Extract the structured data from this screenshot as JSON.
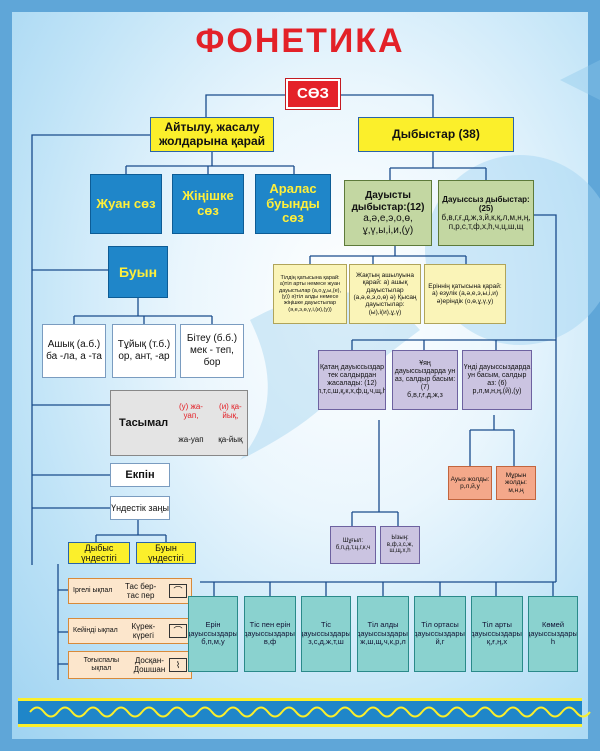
{
  "title": "ФОНЕТИКА",
  "root": "СӨЗ",
  "branch_left": "Айтылу, жасалу жолдарына қарай",
  "branch_right": "Дыбыстар (38)",
  "word_types": [
    "Жуан сөз",
    "Жіңішке сөз",
    "Аралас буынды сөз"
  ],
  "vowels": {
    "label": "Дауысты дыбыстар:(12)",
    "body": "а,ә,е,э,о,ө, ұ,ү,ы,і,и,(у)"
  },
  "consonants": {
    "label": "Дауыссыз дыбыстар:(25)",
    "body": "б,в,г,ғ,д,ж,з,й,к,қ,л,м,н,ң, п,р,с,т,ф,х,h,ч,ц,ш,щ"
  },
  "vowel_subs": [
    "Тілдің қатысына қарай: а)тіл арты немесе жуан дауыстылар (а,о,ұ,ы,(е),(у)) ә)тіл алды немесе жіңішке дауыстылар (ә,е,э,ө,ү,і,(и),(у))",
    "Жақтың ашылуына қарай: а) ашық дауыстылар (а,ә,е,э,о,ө) ә) Қысаң дауыстылар: (ы),і(и),ұ,ү)",
    "Еріннің қатысына қарай: а) езулік (а,ә,е,э,ы,і,и) ә)еріндік (о,ө,ұ,ү,у)"
  ],
  "syllable": "Буын",
  "syllable_types": [
    "Ашық (а.б.) ба -ла, а -та",
    "Тұйық (т.б.) ор, ант, -ар",
    "Бітеу (б.б.) мек - теп, бор"
  ],
  "tasymal": {
    "label": "Тасымал",
    "ex1": "(у) жа-уап,",
    "ex2": "(и) қа-йық,",
    "ex3": "жа-уап",
    "ex4": "қа-йық"
  },
  "ekpin": "Екпін",
  "undestik": "Үндестік заңы",
  "dybys_undestigi": "Дыбыс үндестігі",
  "buyn_undestigi": "Буын үндестігі",
  "harmony_rows": [
    {
      "label": "Іргелі ықпал",
      "ex": "Тас бер- тас пер"
    },
    {
      "label": "Кейінді ықпал",
      "ex": "Күрек- күрегі"
    },
    {
      "label": "Тоғыспалы ықпал",
      "ex": "Досқан- Дошшан"
    }
  ],
  "cons_types": [
    {
      "label": "Қатаң дауыссыздар тек салдырдан жасалады: (12)",
      "body": "п,т,с,ш,қ,к,х,ф,ц,ч,щ,h"
    },
    {
      "label": "Ұяң дауыссыздарда ун аз, салдыр басым: (7)",
      "body": "б,в,г,ғ,д,ж,з"
    },
    {
      "label": "Үнді дауыссыздарда ун басым, салдыр аз: (6)",
      "body": "р,л,м,н,ң,(й),(у)"
    }
  ],
  "nasal_oral": [
    {
      "label": "Ауыз жолды:",
      "body": "р,л,й,у"
    },
    {
      "label": "Мұрын жолды:",
      "body": "м,н,ң"
    }
  ],
  "shuyl": [
    {
      "label": "Шұғыл:",
      "body": "б,п,д,т,ц,г,к,ч"
    },
    {
      "label": "Ызың:",
      "body": "в,ф,з,с,ж, ш,щ,х,h"
    }
  ],
  "articulation": [
    {
      "label": "Ерін дауыссыздары:",
      "body": "б,п,м,у"
    },
    {
      "label": "Тіс пен ерін дауыссыздары:",
      "body": "в,ф"
    },
    {
      "label": "Тіс дауыссыздары:",
      "body": "з,с,д,ж,т,ш"
    },
    {
      "label": "Тіл алды дауыссыздары:",
      "body": "ж,ш,щ,ч,к,р,л"
    },
    {
      "label": "Тіл ортасы дауыссыздары:",
      "body": "й,г"
    },
    {
      "label": "Тіл арты дауыссыздары:",
      "body": "қ,ғ,ң,х"
    },
    {
      "label": "Көмей дауыссыздары:",
      "body": "h"
    }
  ],
  "colors": {
    "accent": "#e32128",
    "line": "#1a4c8c",
    "frame": "#5fa6d8",
    "yellow": "#fbef2b"
  }
}
